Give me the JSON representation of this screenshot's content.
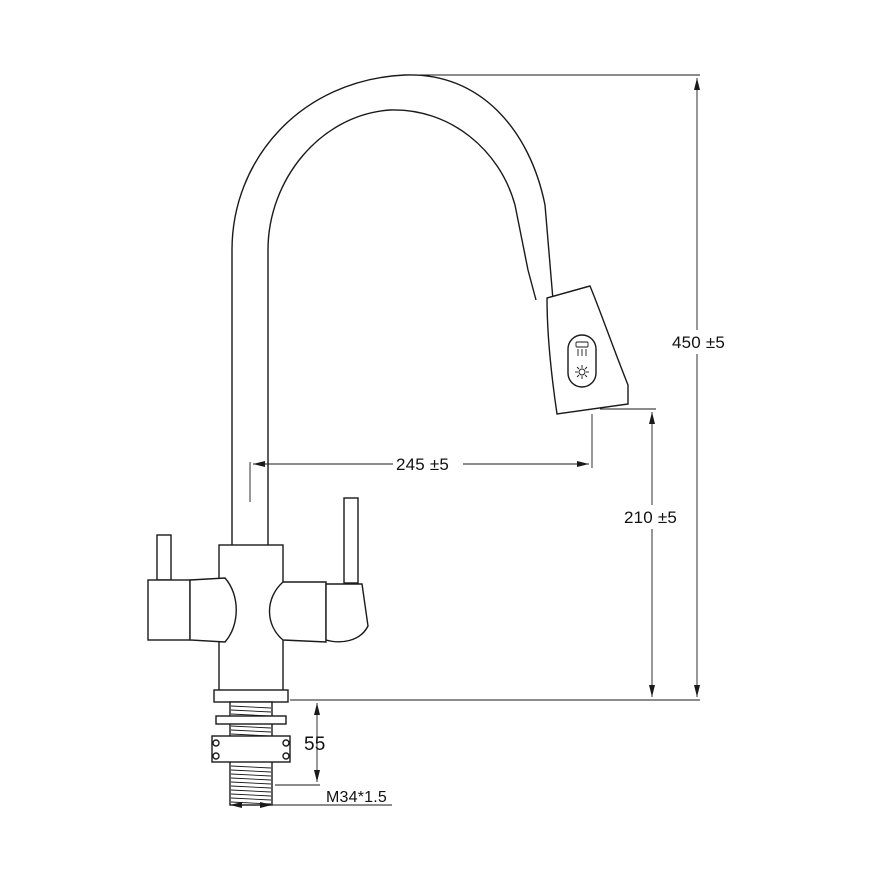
{
  "dimensions": {
    "height_total": "450 ±5",
    "spout_reach": "245 ±5",
    "spout_height": "210 ±5",
    "shank_length": "55",
    "thread": "M34*1.5"
  }
}
